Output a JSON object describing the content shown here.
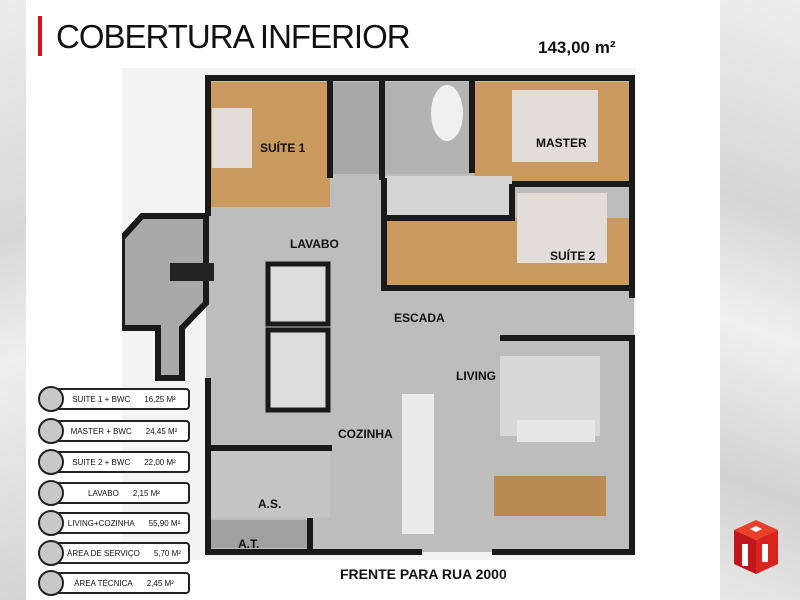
{
  "header": {
    "title": "COBERTURA INFERIOR",
    "total_area": "143,00 m²"
  },
  "rooms": {
    "suite1": "SUÍTE 1",
    "master": "MASTER",
    "lavabo": "LAVABO",
    "suite2": "SUÍTE 2",
    "escada": "ESCADA",
    "living": "LIVING",
    "cozinha": "COZINHA",
    "as": "A.S.",
    "at": "A.T."
  },
  "street": "FRENTE PARA RUA 2000",
  "legend": [
    {
      "name": "SUITE 1 + BWC",
      "area": "16,25 M²"
    },
    {
      "name": "MASTER + BWC",
      "area": "24,45 M²"
    },
    {
      "name": "SUITE 2 + BWC",
      "area": "22,00 M²"
    },
    {
      "name": "LAVABO",
      "area": "2,15 M²"
    },
    {
      "name": "LIVING+COZINHA",
      "area": "55,90 M²"
    },
    {
      "name": "ÁREA DE SERVIÇO",
      "area": "5,70 M²"
    },
    {
      "name": "ÁREA TÉCNICA",
      "area": "2,45 M²"
    }
  ],
  "colors": {
    "accent": "#d0141a",
    "wood": "#c9995e",
    "floor": "#b9b9b9",
    "wall": "#1a1a1a"
  }
}
